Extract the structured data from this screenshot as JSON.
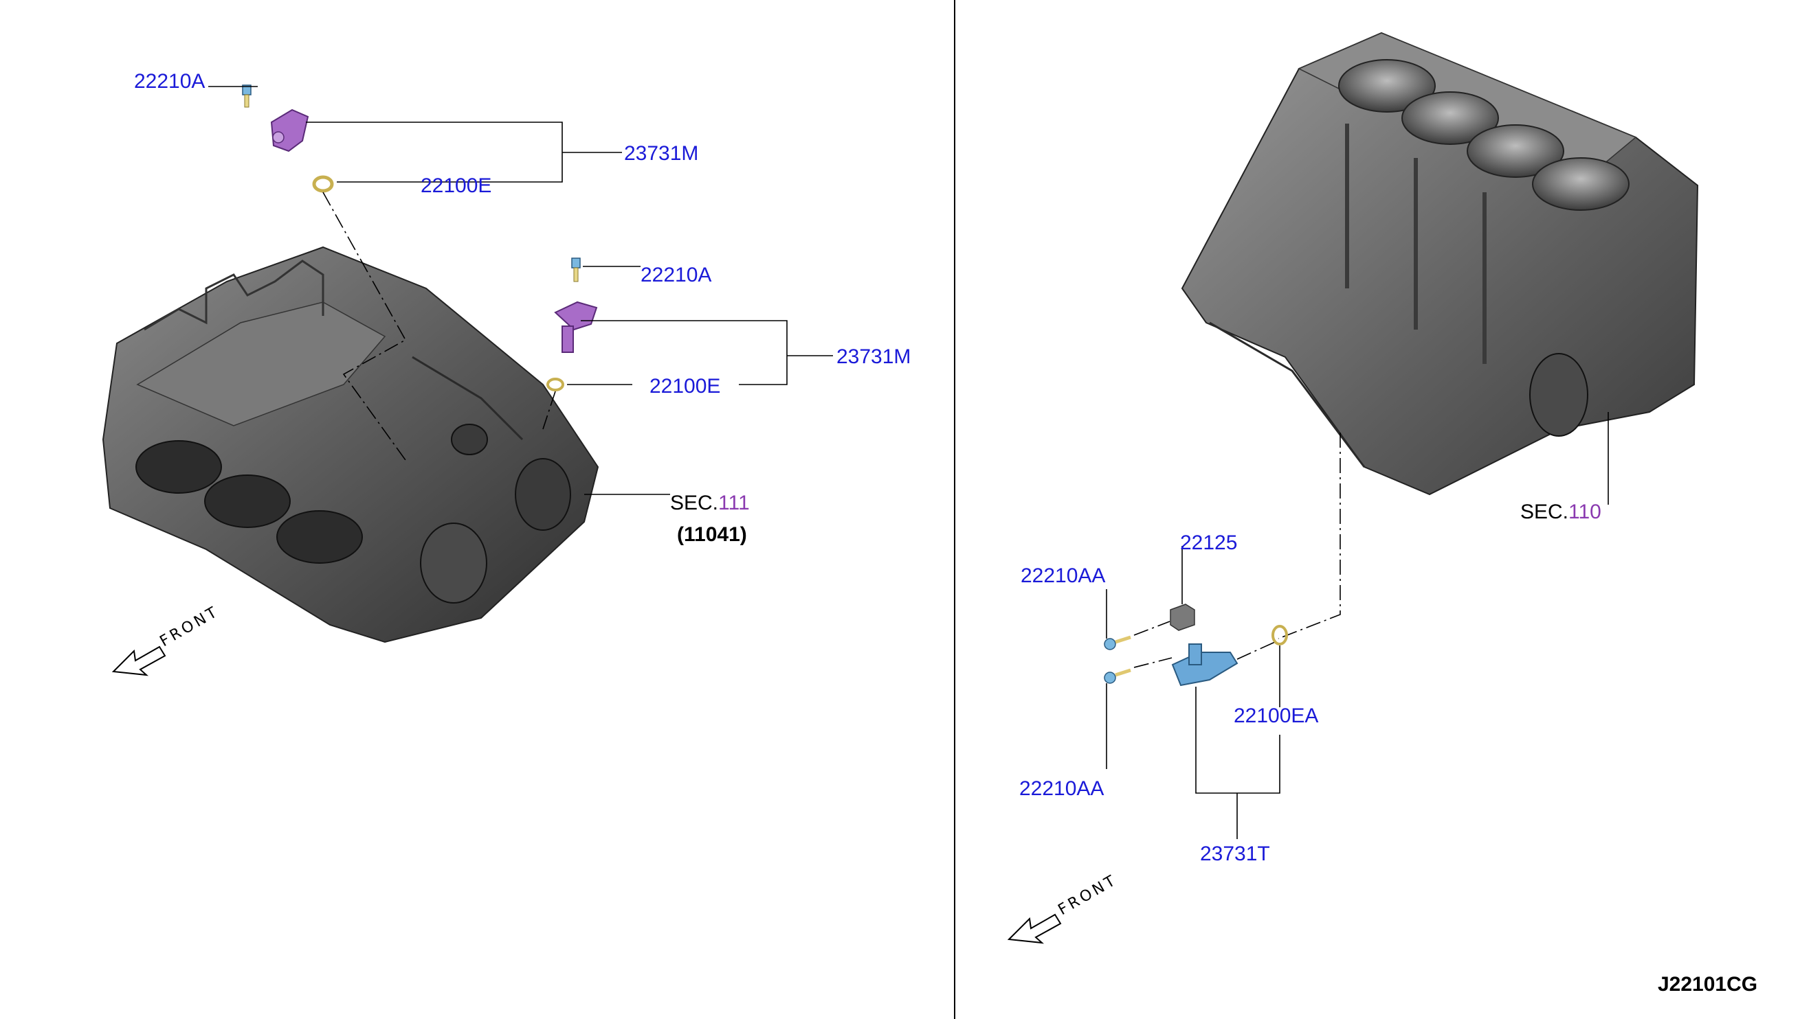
{
  "left": {
    "callouts": {
      "bolt_top": "22210A",
      "sensor_top": "23731M",
      "oring_top": "22100E",
      "bolt_mid": "22210A",
      "sensor_mid": "23731M",
      "oring_mid": "22100E"
    },
    "section": {
      "prefix": "SEC.",
      "number": "111",
      "sub": "(11041)"
    },
    "front_label": "FRONT"
  },
  "right": {
    "callouts": {
      "cap": "22125",
      "bolt_a": "22210AA",
      "bolt_b": "22210AA",
      "oring": "22100EA",
      "sensor": "23731T"
    },
    "section": {
      "prefix": "SEC.",
      "number": "110"
    },
    "front_label": "FRONT"
  },
  "diagram_code": "J22101CG",
  "colors": {
    "part_number": "#1a1ad8",
    "section_number": "#8a3ab0",
    "engine_block": "#5a5a5a",
    "sensor_m": "#a86cc8",
    "sensor_t": "#6aa8d8",
    "oring": "#e4d27a",
    "bolt": "#7ab8e0"
  }
}
